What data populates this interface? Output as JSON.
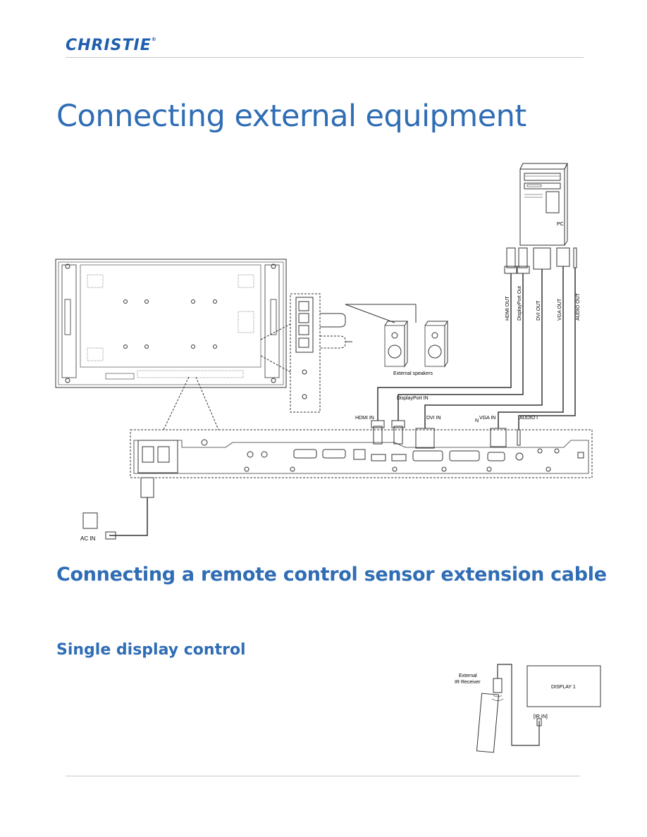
{
  "header": {
    "logo_text": "CHRISTIE",
    "logo_mark": "®",
    "brand_color": "#1f5fae"
  },
  "section1": {
    "title": "Connecting external equipment"
  },
  "diagram1": {
    "pc_label": "PC",
    "output_labels": [
      "HDMI OUT",
      "DisplayPort Out",
      "DVI OUT",
      "VGA OUT",
      "AUDIO OUT"
    ],
    "input_labels": {
      "hdmi": "HDMI IN",
      "displayport": "DisplayPort IN",
      "dvi": "DVI IN",
      "vga": "VGA IN",
      "audio": "AUDIO I",
      "vga_prefix": "N"
    },
    "speakers_label": "External speakers",
    "ac_label": "AC IN"
  },
  "section2": {
    "title": "Connecting a remote control sensor extension cable"
  },
  "section3": {
    "title": "Single display control"
  },
  "diagram2": {
    "receiver_label_1": "External",
    "receiver_label_2": "IR Receiver",
    "display_label": "DISPLAY 1",
    "ir_in_label": "[IR IN]"
  },
  "colors": {
    "heading": "#2f6db5",
    "line_art": "#333333"
  }
}
